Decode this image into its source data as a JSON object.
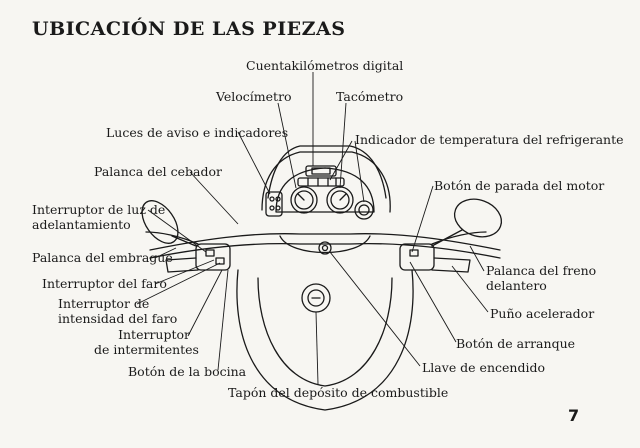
{
  "title": "UBICACIÓN DE LAS PIEZAS",
  "page_number": "7",
  "labels": {
    "odometer": "Cuentakilómetros digital",
    "speedometer": "Velocímetro",
    "tachometer": "Tacómetro",
    "warning_lights": "Luces de aviso e indicadores",
    "coolant_temp": "Indicador de temperatura del refrigerante",
    "choke_lever": "Palanca del cebador",
    "engine_stop": "Botón de parada del motor",
    "passing_switch": [
      "Interruptor de luz de",
      "adelantamiento"
    ],
    "clutch_lever": "Palanca del embrague",
    "headlight_switch": "Interruptor del faro",
    "dimmer_switch": [
      "Interruptor de",
      "intensidad del faro"
    ],
    "turn_signal_switch": [
      "Interruptor",
      "de intermitentes"
    ],
    "horn_button": "Botón de la bocina",
    "fuel_cap": "Tapón del depósito de combustible",
    "front_brake_lever": [
      "Palanca del freno",
      "delantero"
    ],
    "throttle_grip": "Puño acelerador",
    "start_button": "Botón de arranque",
    "ignition_switch": "Llave de encendido"
  }
}
